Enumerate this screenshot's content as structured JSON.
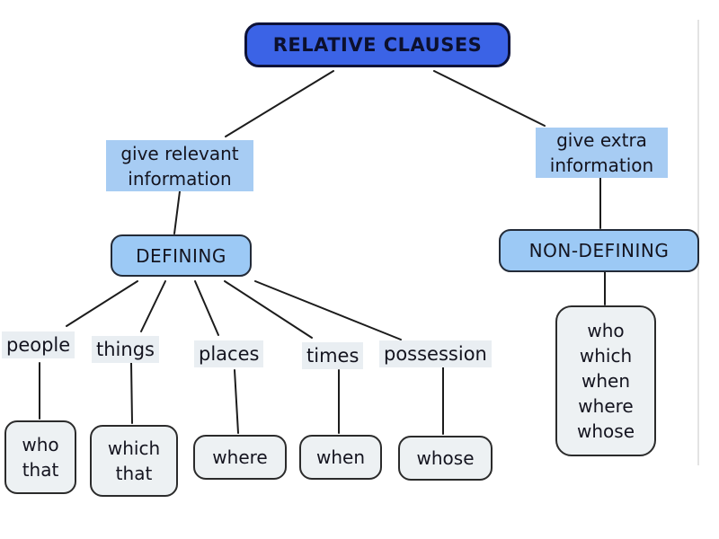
{
  "diagram": {
    "root": {
      "label": "RELATIVE CLAUSES"
    },
    "left_branch": {
      "note": "give relevant\ninformation",
      "node_label": "DEFINING",
      "categories": [
        {
          "label": "people",
          "words": "who\nthat"
        },
        {
          "label": "things",
          "words": "which\nthat"
        },
        {
          "label": "places",
          "words": "where"
        },
        {
          "label": "times",
          "words": "when"
        },
        {
          "label": "possession",
          "words": "whose"
        }
      ]
    },
    "right_branch": {
      "note": "give extra\ninformation",
      "node_label": "NON-DEFINING",
      "words": "who\nwhich\nwhen\nwhere\nwhose"
    },
    "colors": {
      "root_fill": "#3b63e6",
      "root_border": "#0d1238",
      "node_fill": "#9cc9f5",
      "node_border": "#232b38",
      "note_highlight": "#a7ccf3",
      "category_highlight": "#e9eef2",
      "leaf_fill": "#edf1f3",
      "leaf_border": "#2b2b2b",
      "connector": "#1c1c1c"
    }
  }
}
